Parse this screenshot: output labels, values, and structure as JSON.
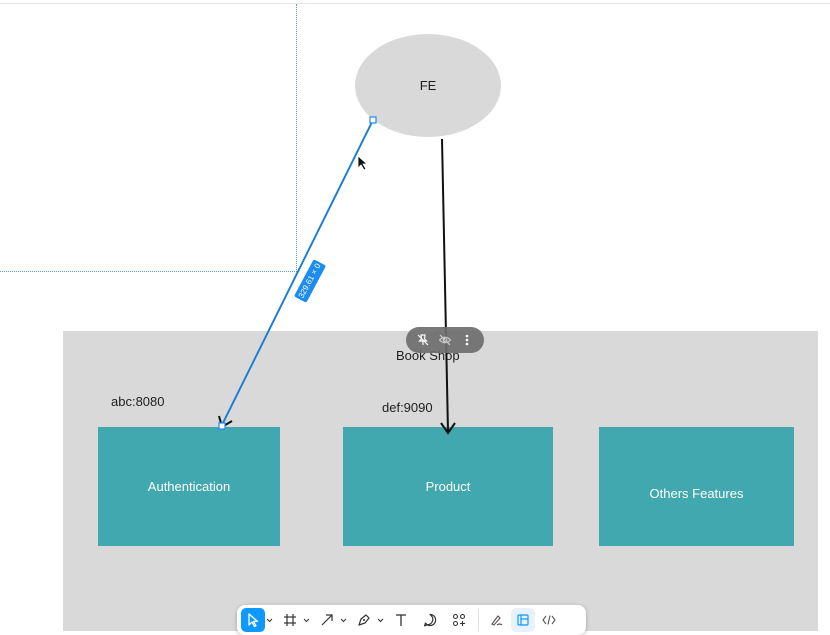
{
  "canvas": {
    "ellipse_label": "FE",
    "section_title": "Book Shop",
    "port_auth": "abc:8080",
    "port_product": "def:9090",
    "boxes": [
      "Authentication",
      "Product",
      "Others Features"
    ],
    "measure_label": "329.61 × 0"
  },
  "colors": {
    "box_fill": "#40a8ae",
    "section_fill": "#d9d9d9",
    "selection_blue": "#1d8cf0",
    "arrow_black": "#111111"
  },
  "object_toolbar": {
    "icons": [
      "pin-off-icon",
      "eye-off-icon",
      "more-vertical-icon"
    ]
  },
  "bottom_toolbar": {
    "tools": [
      "move-tool",
      "frame-tool",
      "arrow-tool",
      "pen-tool",
      "text-tool",
      "comment-tool",
      "components-tool"
    ],
    "modes": [
      "draw-mode",
      "design-mode",
      "dev-mode"
    ],
    "active_tool": "move-tool",
    "active_mode": "design-mode"
  }
}
